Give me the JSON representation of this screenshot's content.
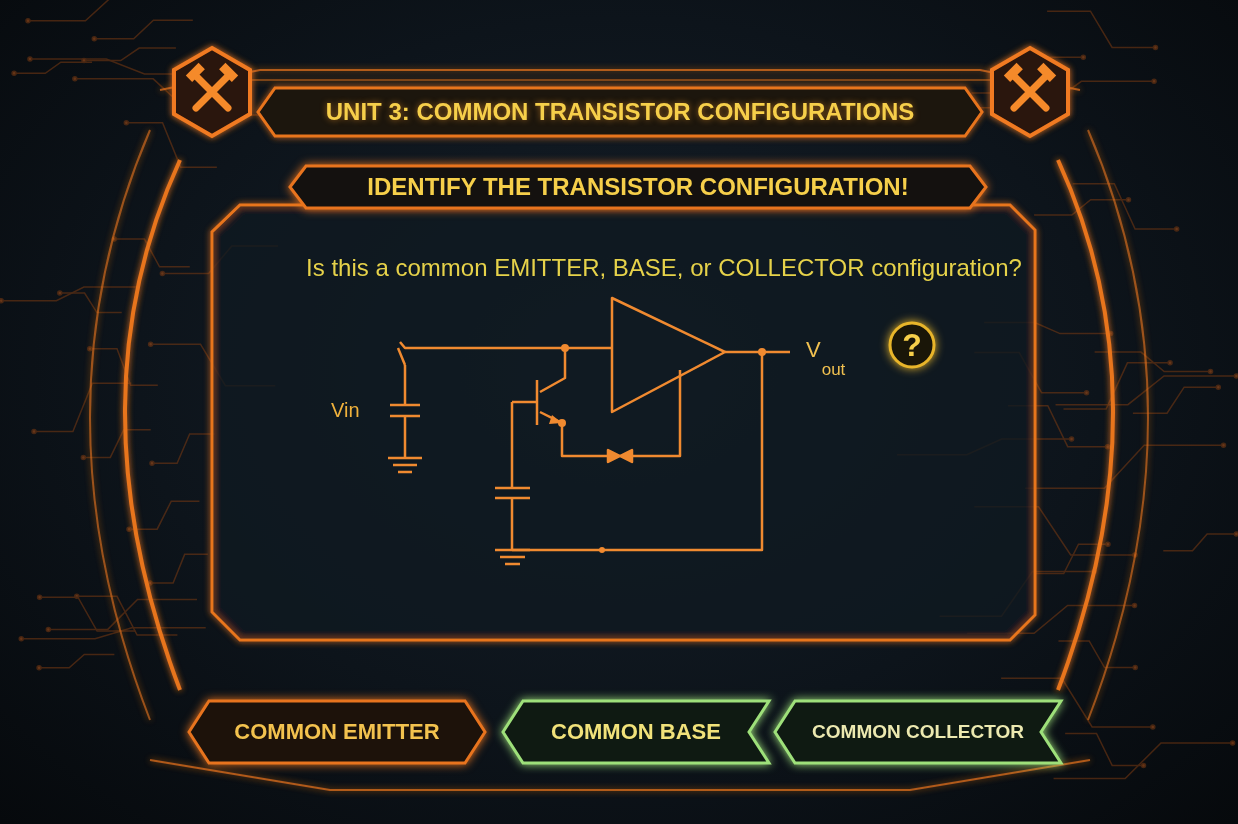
{
  "diagram": {
    "title": "UNIT 3: COMMON TRANSISTOR CONFIGURATIONS",
    "nodes": [
      {
        "text": [
          "IDENTIFY THE TRANSISTOR CONFIGURATION!"
        ]
      },
      {
        "text": [
          "?"
        ]
      },
      {
        "text": [
          "COMMON EMITTER"
        ]
      },
      {
        "text": [
          "COMMON BASE"
        ]
      },
      {
        "text": [
          "COMMON COLLECTOR"
        ]
      }
    ],
    "labels": [
      "Is this a common EMITTER, BASE, or COLLECTOR configuration?",
      "Vin",
      "V",
      "out"
    ]
  }
}
